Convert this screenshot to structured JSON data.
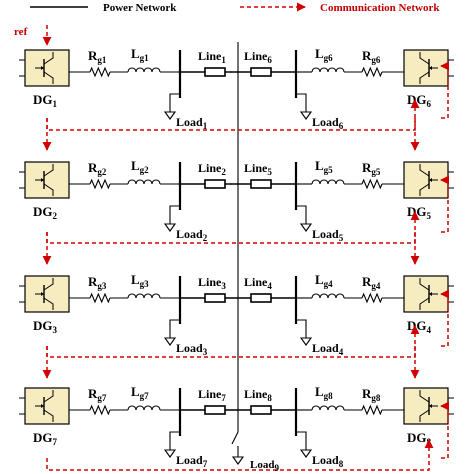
{
  "legend": {
    "power": "Power Network",
    "comm": "Communication Network",
    "ref": "ref"
  },
  "colors": {
    "dg_fill": "#f7ecc0",
    "comm_line": "#d00000",
    "comm_text": "#c00000",
    "wire": "#000000"
  },
  "rows": [
    {
      "left_dg": "DG",
      "left_dg_sub": "1",
      "right_dg": "DG",
      "right_dg_sub": "6",
      "left_r": "R",
      "left_r_sub": "g1",
      "left_l": "L",
      "left_l_sub": "g1",
      "right_r": "R",
      "right_r_sub": "g6",
      "right_l": "L",
      "right_l_sub": "g6",
      "left_line": "Line",
      "left_line_sub": "1",
      "right_line": "Line",
      "right_line_sub": "6",
      "left_load": "Load",
      "left_load_sub": "1",
      "right_load": "Load",
      "right_load_sub": "6"
    },
    {
      "left_dg": "DG",
      "left_dg_sub": "2",
      "right_dg": "DG",
      "right_dg_sub": "5",
      "left_r": "R",
      "left_r_sub": "g2",
      "left_l": "L",
      "left_l_sub": "g2",
      "right_r": "R",
      "right_r_sub": "g5",
      "right_l": "L",
      "right_l_sub": "g5",
      "left_line": "Line",
      "left_line_sub": "2",
      "right_line": "Line",
      "right_line_sub": "5",
      "left_load": "Load",
      "left_load_sub": "2",
      "right_load": "Load",
      "right_load_sub": "5"
    },
    {
      "left_dg": "DG",
      "left_dg_sub": "3",
      "right_dg": "DG",
      "right_dg_sub": "4",
      "left_r": "R",
      "left_r_sub": "g3",
      "left_l": "L",
      "left_l_sub": "g3",
      "right_r": "R",
      "right_r_sub": "g4",
      "right_l": "L",
      "right_l_sub": "g4",
      "left_line": "Line",
      "left_line_sub": "3",
      "right_line": "Line",
      "right_line_sub": "4",
      "left_load": "Load",
      "left_load_sub": "3",
      "right_load": "Load",
      "right_load_sub": "4"
    },
    {
      "left_dg": "DG",
      "left_dg_sub": "7",
      "right_dg": "DG",
      "right_dg_sub": "8",
      "left_r": "R",
      "left_r_sub": "g7",
      "left_l": "L",
      "left_l_sub": "g7",
      "right_r": "R",
      "right_r_sub": "g8",
      "right_l": "L",
      "right_l_sub": "g8",
      "left_line": "Line",
      "left_line_sub": "7",
      "right_line": "Line",
      "right_line_sub": "8",
      "left_load": "Load",
      "left_load_sub": "7",
      "right_load": "Load",
      "right_load_sub": "8"
    }
  ],
  "center_load": "Load",
  "center_load_sub": "9"
}
